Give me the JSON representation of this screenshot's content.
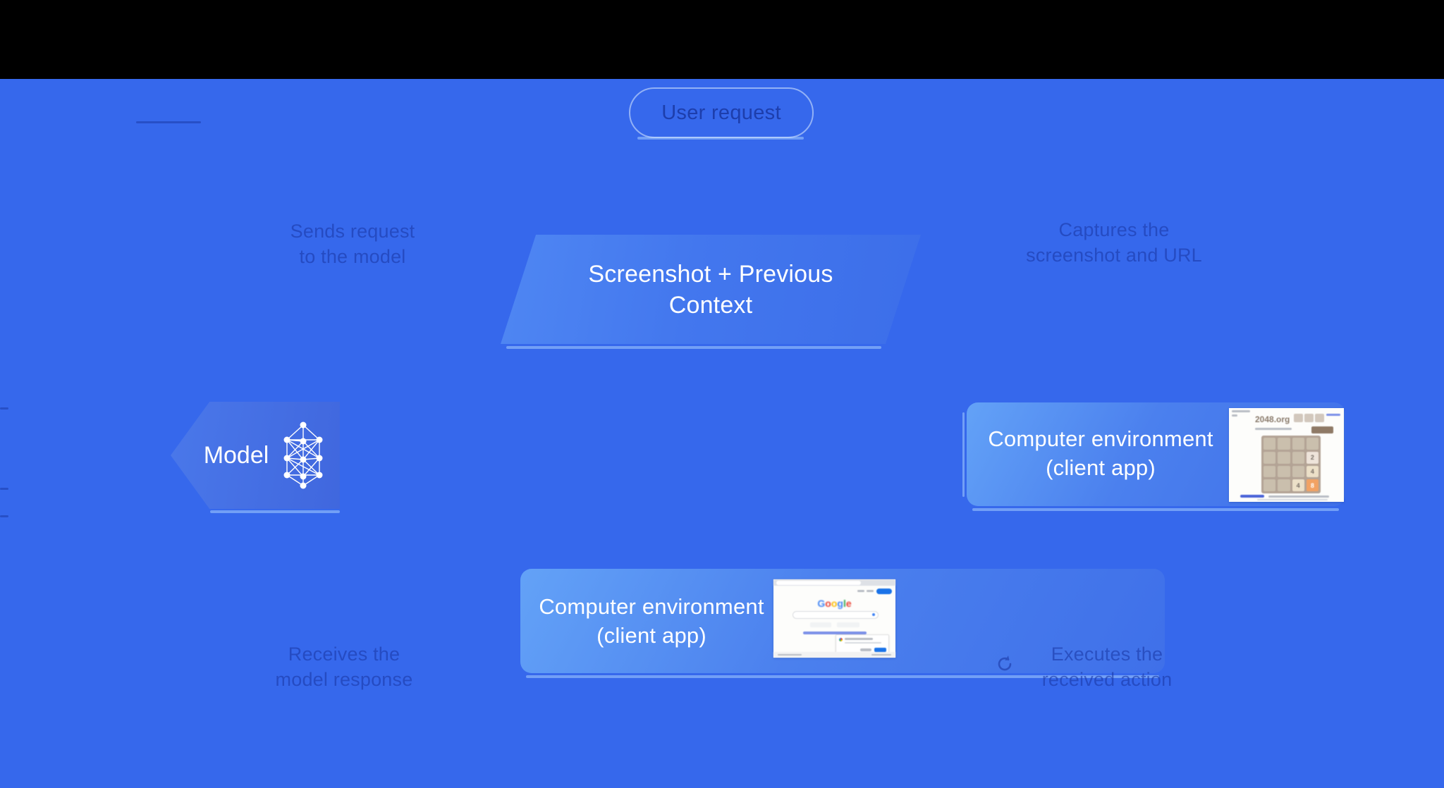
{
  "colors": {
    "background": "#3668ec",
    "top_band": "#000000",
    "node_text": "#ffffff",
    "step_label_ink": "#1c3aa8",
    "env_gradient_start": "#63a2f7",
    "env_gradient_end": "#3f70e9",
    "google_blue": "#1a73e8",
    "tile2_bg": "#eee4da",
    "tile4_bg": "#ece0c8",
    "tile8_bg": "#f2a263",
    "grid_frame": "#b3a395"
  },
  "pill": {
    "label": "User request"
  },
  "context_node": {
    "line1": "Screenshot + Previous",
    "line2": "Context"
  },
  "model_node": {
    "label": "Model"
  },
  "env_right_node": {
    "line1": "Computer environment",
    "line2": "(client app)"
  },
  "env_bottom_node": {
    "line1": "Computer environment",
    "line2": "(client app)"
  },
  "steps": {
    "send_request": {
      "line1": "Sends request",
      "line2": "to the model"
    },
    "receive_response": {
      "line1": "Receives the",
      "line2": "model response"
    },
    "execute_action": {
      "line1": "Executes the",
      "line2": "received action"
    },
    "capture_state": {
      "line1": "Captures the",
      "line2": "screenshot and URL"
    }
  },
  "mini_2048": {
    "site_title": "2048.org",
    "tiles": [
      "2",
      "4",
      "4",
      "8"
    ]
  },
  "mini_google": {
    "logo_letters": [
      "G",
      "o",
      "o",
      "g",
      "l",
      "e"
    ]
  }
}
